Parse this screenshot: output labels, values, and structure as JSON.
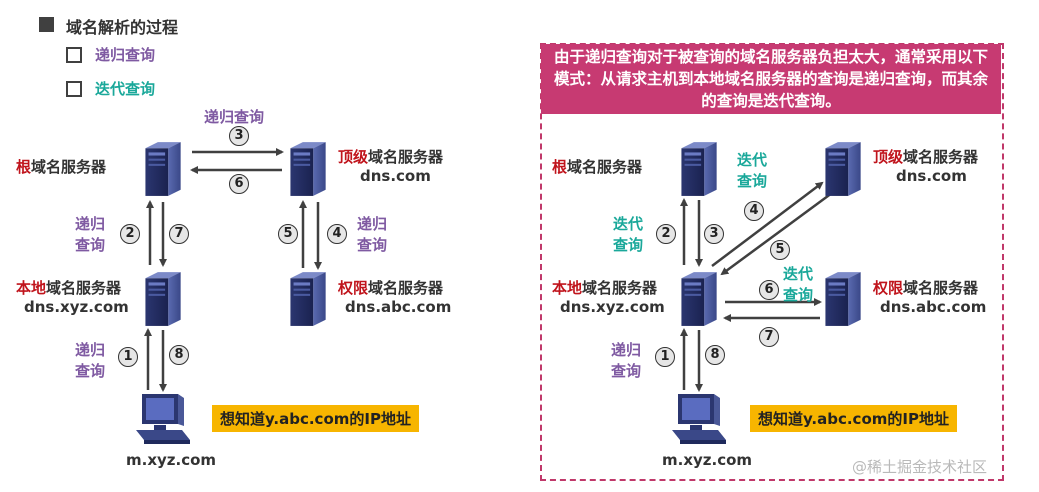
{
  "header": {
    "title": "域名解析的过程",
    "option1": "递归查询",
    "option2": "迭代查询"
  },
  "left": {
    "root_prefix": "根",
    "root_suffix": "域名服务器",
    "top_prefix": "顶级",
    "top_suffix": "域名服务器",
    "top_domain": "dns.com",
    "local_prefix": "本地",
    "local_suffix": "域名服务器",
    "local_domain": "dns.xyz.com",
    "auth_prefix": "权限",
    "auth_suffix": "域名服务器",
    "auth_domain": "dns.abc.com",
    "host": "m.xyz.com",
    "query_top": "递归查询",
    "label_recursive_a1": "递归",
    "label_recursive_a2": "查询",
    "label_recursive_b1": "递归",
    "label_recursive_b2": "查询",
    "label_recursive_c1": "递归",
    "label_recursive_c2": "查询",
    "n1": "1",
    "n2": "2",
    "n3": "3",
    "n4": "4",
    "n5": "5",
    "n6": "6",
    "n7": "7",
    "n8": "8",
    "question": "想知道y.abc.com的IP地址"
  },
  "right": {
    "note": "由于递归查询对于被查询的域名服务器负担太大，通常采用以下模式：从请求主机到本地域名服务器的查询是递归查询，而其余的查询是迭代查询。",
    "root_prefix": "根",
    "root_suffix": "域名服务器",
    "top_prefix": "顶级",
    "top_suffix": "域名服务器",
    "top_domain": "dns.com",
    "local_prefix": "本地",
    "local_suffix": "域名服务器",
    "local_domain": "dns.xyz.com",
    "auth_prefix": "权限",
    "auth_suffix": "域名服务器",
    "auth_domain": "dns.abc.com",
    "host": "m.xyz.com",
    "iter_a1": "迭代",
    "iter_a2": "查询",
    "iter_b1": "迭代",
    "iter_b2": "查询",
    "iter_c1": "迭代",
    "iter_c2": "查询",
    "rec_1": "递归",
    "rec_2": "查询",
    "n1": "1",
    "n2": "2",
    "n3": "3",
    "n4": "4",
    "n5": "5",
    "n6": "6",
    "n7": "7",
    "n8": "8",
    "question": "想知道y.abc.com的IP地址"
  },
  "watermark": "@稀土掘金技术社区",
  "colors": {
    "server_dark": "#1f2a5c",
    "server_light": "#5060a0",
    "note_bg": "#c73a72",
    "highlight": "#f7b500"
  }
}
